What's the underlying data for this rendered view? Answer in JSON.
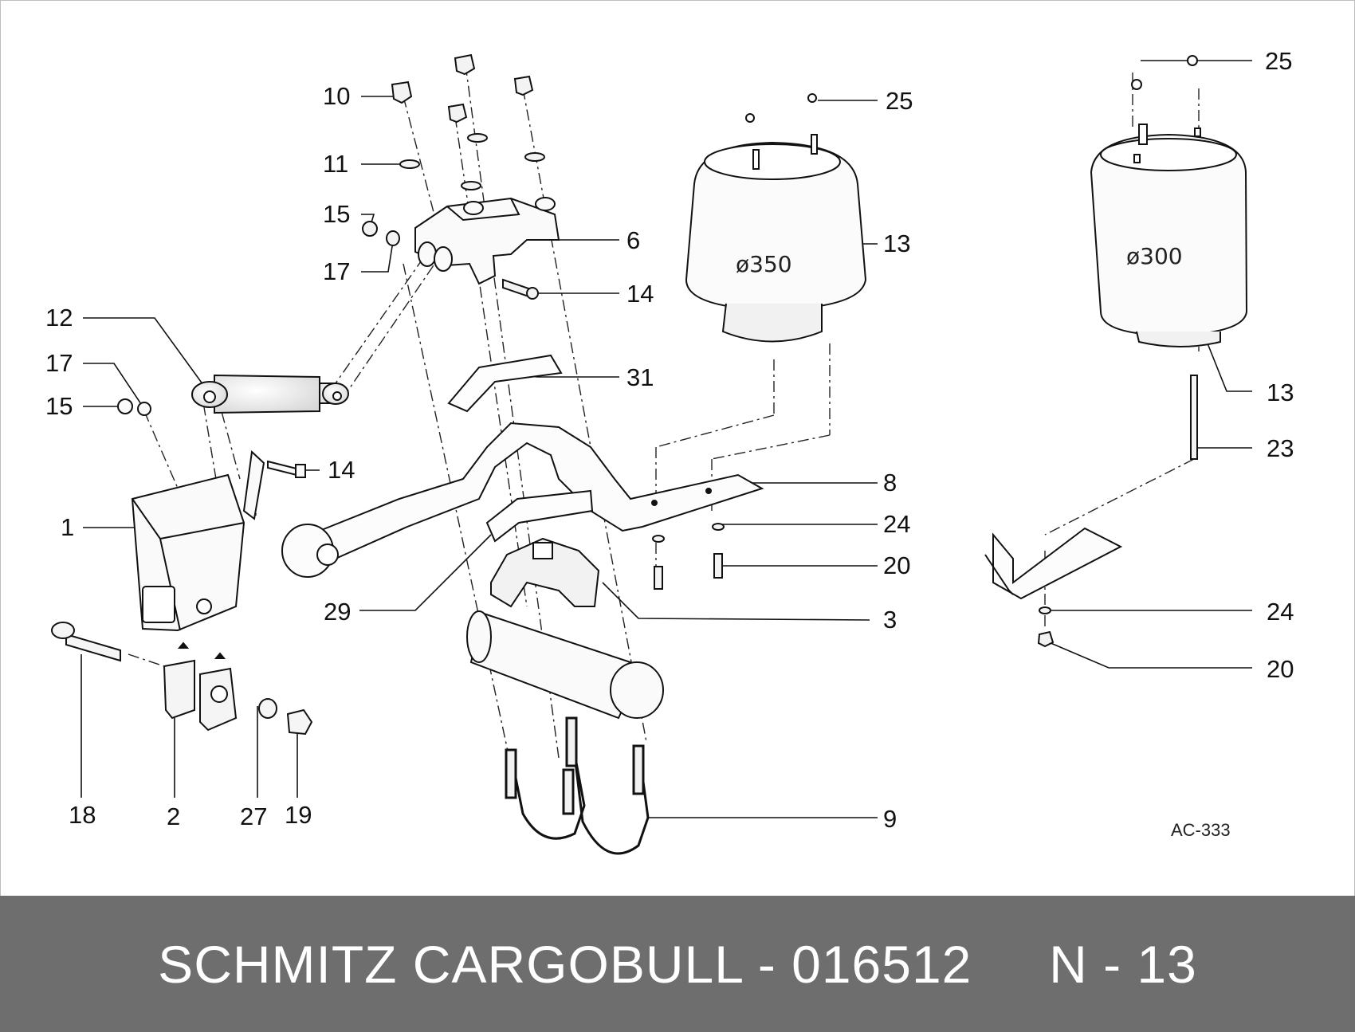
{
  "diagram": {
    "callouts": {
      "c1": "1",
      "c2": "2",
      "c3": "3",
      "c6": "6",
      "c8": "8",
      "c9": "9",
      "c10": "10",
      "c11": "11",
      "c12": "12",
      "c13a": "13",
      "c13b": "13",
      "c14a": "14",
      "c14b": "14",
      "c15a": "15",
      "c15b": "15",
      "c17a": "17",
      "c17b": "17",
      "c18": "18",
      "c19": "19",
      "c20a": "20",
      "c20b": "20",
      "c23": "23",
      "c24a": "24",
      "c24b": "24",
      "c25a": "25",
      "c25b": "25",
      "c27": "27",
      "c29": "29",
      "c31": "31"
    },
    "bellow_left_diameter": "ø350",
    "bellow_right_diameter": "ø300",
    "drawing_code": "AC-333"
  },
  "footer": {
    "brand": "SCHMITZ CARGOBULL",
    "part_number": "016512",
    "page_code": "N - 13"
  }
}
